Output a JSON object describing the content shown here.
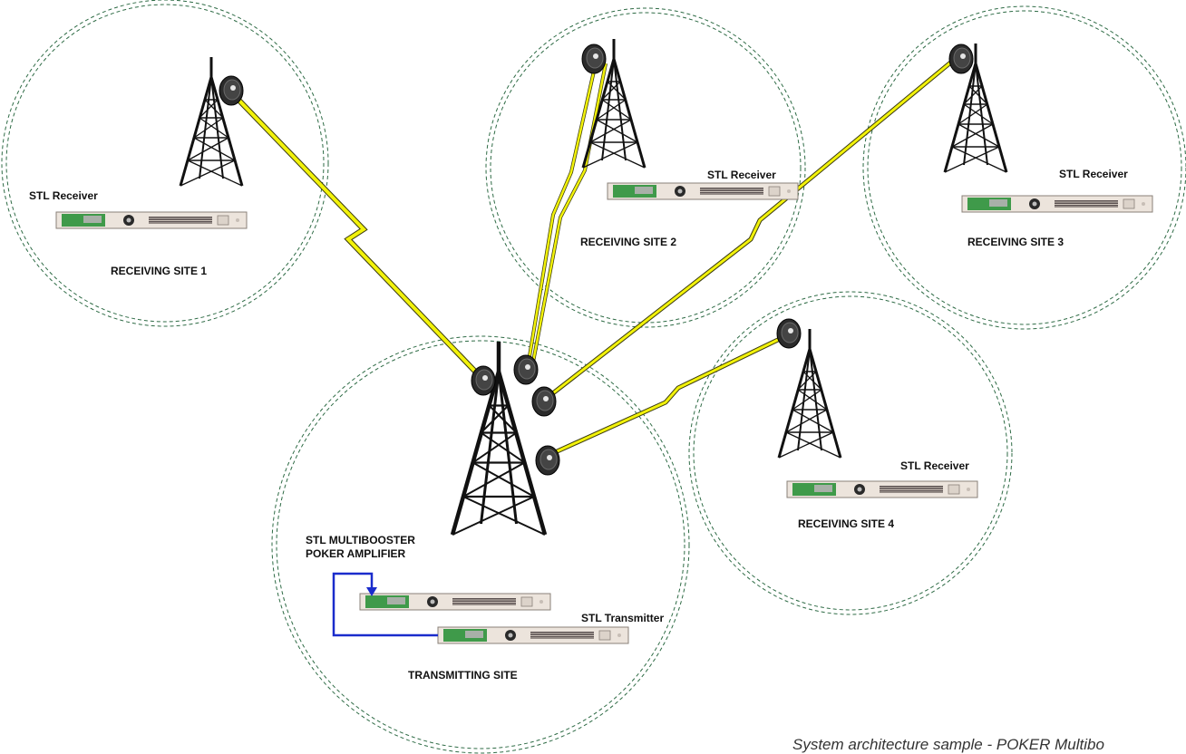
{
  "sites": [
    {
      "id": "rx1",
      "site_label": "RECEIVING SITE 1",
      "device_label": "STL Receiver"
    },
    {
      "id": "rx2",
      "site_label": "RECEIVING SITE 2",
      "device_label": "STL Receiver"
    },
    {
      "id": "rx3",
      "site_label": "RECEIVING SITE 3",
      "device_label": "STL Receiver"
    },
    {
      "id": "rx4",
      "site_label": "RECEIVING SITE 4",
      "device_label": "STL Receiver"
    },
    {
      "id": "tx",
      "site_label": "TRANSMITTING SITE",
      "device_label": "STL Transmitter",
      "amplifier_label_line1": "STL MULTIBOOSTER",
      "amplifier_label_line2": "POKER AMPLIFIER"
    }
  ],
  "caption": "System architecture sample - POKER Multibo",
  "colors": {
    "site_border": "#2e6b45",
    "link_bolt": "#f2f20a",
    "link_line": "#3a3a10",
    "feed_cable": "#1a2ccc",
    "tower": "#111111",
    "rack_body": "#ece4dc",
    "rack_board": "#3f9a4a"
  }
}
